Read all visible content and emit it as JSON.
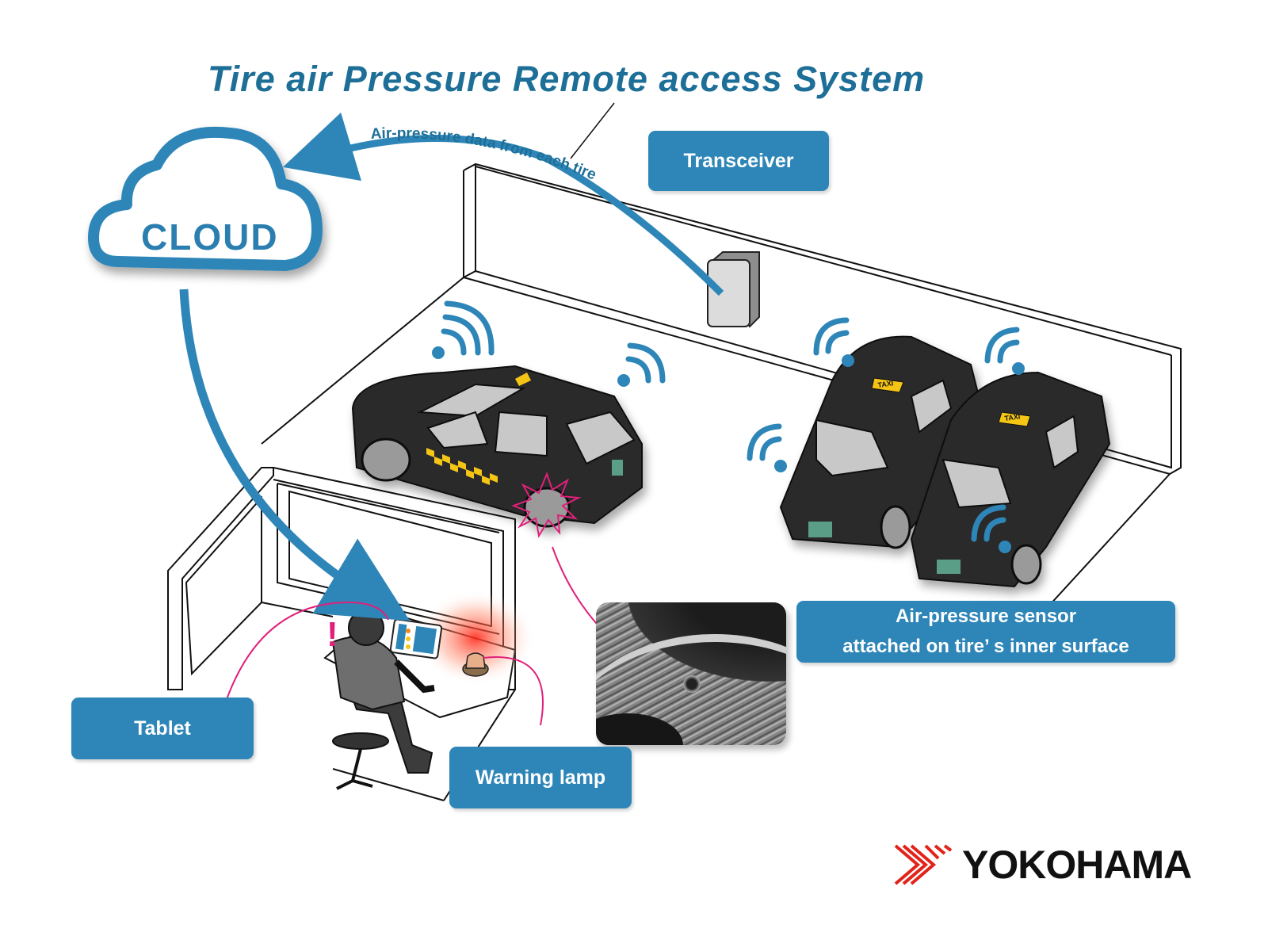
{
  "title": "Tire air Pressure Remote access System",
  "cloud": {
    "label": "CLOUD",
    "icon": "cloud-icon"
  },
  "data_flow_label": "Air-pressure data from each tire",
  "labels": {
    "transceiver": "Transceiver",
    "sensor_line1": "Air-pressure sensor",
    "sensor_line2": "attached on tire’ s inner surface",
    "tablet": "Tablet",
    "warning_lamp": "Warning lamp"
  },
  "taxi_sign": "TAXI",
  "alert_mark": "!",
  "brand": {
    "name": "YOKOHAMA",
    "logo_color": "#e2231a"
  },
  "colors": {
    "accent_blue": "#2e86b8",
    "title_blue": "#1e6f98",
    "connector_pink": "#e0207a",
    "taxi_yellow": "#f5c518",
    "car_body": "#2b2b2b"
  }
}
